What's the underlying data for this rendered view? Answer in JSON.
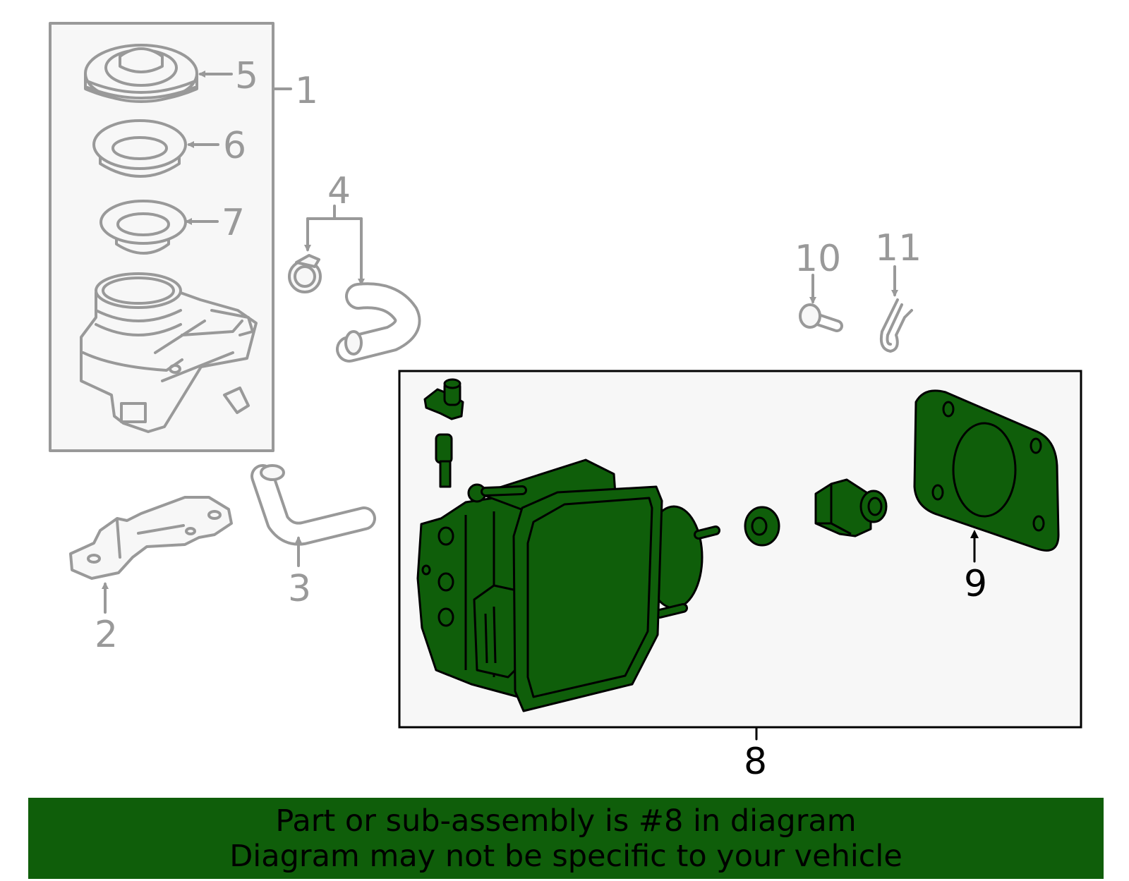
{
  "callouts": {
    "c1": "1",
    "c2": "2",
    "c3": "3",
    "c4": "4",
    "c5": "5",
    "c6": "6",
    "c7": "7",
    "c8": "8",
    "c9": "9",
    "c10": "10",
    "c11": "11"
  },
  "banner": {
    "line1": "Part or sub-assembly is #8 in diagram",
    "line2": "Diagram may not be specific to your vehicle"
  },
  "colors": {
    "highlight": "#0f5e0a",
    "part_fill": "#0f5e0a",
    "line_gray": "#999999",
    "box_fill": "#f7f7f7"
  }
}
